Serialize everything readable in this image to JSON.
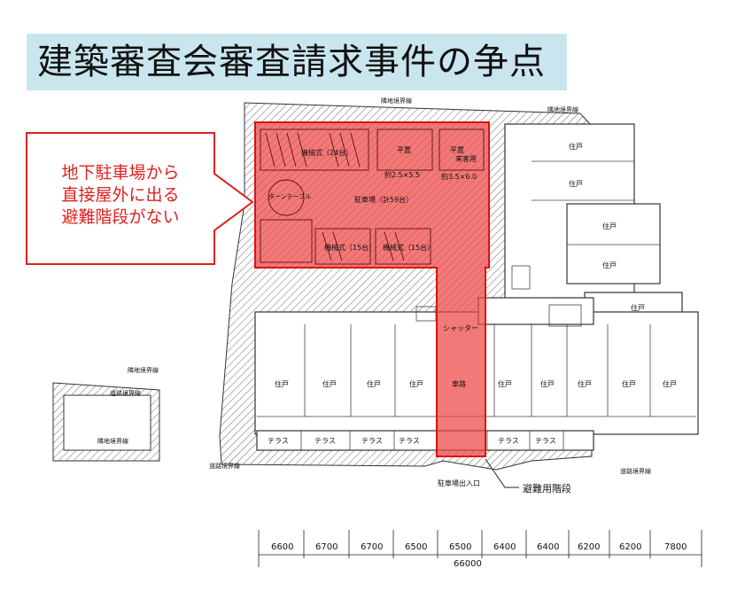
{
  "title": "建築審査会審査請求事件の争点",
  "callout": {
    "lines": [
      "地下駐車場から",
      "直接屋外に出る",
      "避難階段がない"
    ]
  },
  "labels": {
    "mech_24": "機械式（24台）",
    "flat_1": "平置",
    "flat_2": "平置",
    "visitor": "来客用",
    "size_1": "約2.5×5.5",
    "size_2": "約3.5×6.0",
    "turntable": "ターンテーブル",
    "parking_total": "駐車場（計59台）",
    "mech_15a": "機械式（15台）",
    "mech_15b": "機械式（15台）",
    "shutter": "シャッター",
    "driveway": "車路",
    "entrance": "駐車場出入口",
    "evac_stairs": "避難用階段",
    "unit": "住戸",
    "terrace": "テラス",
    "boundary": "隣地境界線",
    "road_boundary": "道路境界線"
  },
  "dimensions": {
    "spans": [
      "6600",
      "6700",
      "6700",
      "6500",
      "6500",
      "6400",
      "6400",
      "6200",
      "6200",
      "7800"
    ],
    "total": "66000"
  },
  "colors": {
    "highlight": "#ef4444",
    "title_bg": "#c9e6ef",
    "callout": "#e02020"
  }
}
